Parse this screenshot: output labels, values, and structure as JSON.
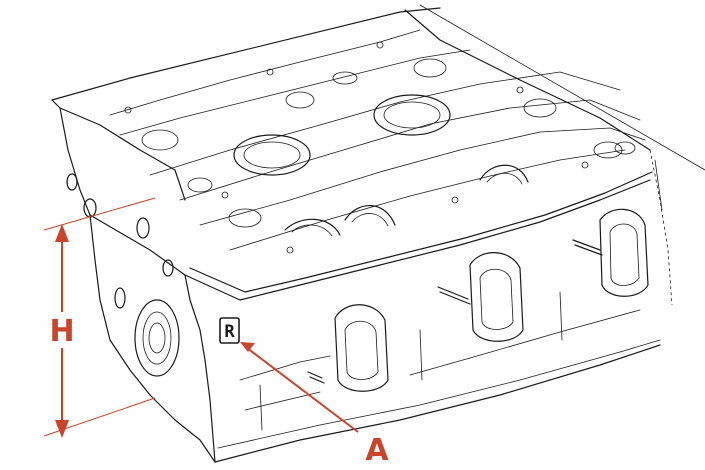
{
  "colors": {
    "accent": "#c8442a",
    "line": "#1a1a1a",
    "background": "#ffffff"
  },
  "labels": {
    "height_dimension": "H",
    "callout_marking": "A",
    "stamped_marking": "R"
  }
}
